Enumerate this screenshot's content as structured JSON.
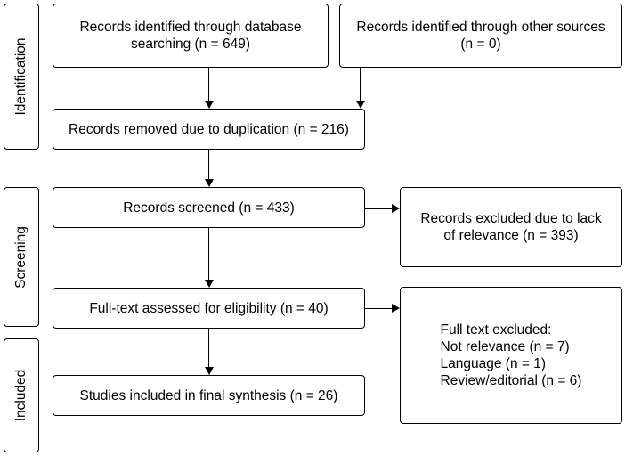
{
  "stages": [
    {
      "label": "Identification"
    },
    {
      "label": "Screening"
    },
    {
      "label": "Included"
    }
  ],
  "boxes": {
    "db_search": {
      "line1": "Records identified through database",
      "line2": "searching (n = 649)"
    },
    "other_sources": {
      "line1": "Records identified through other sources",
      "line2": "(n = 0)"
    },
    "duplicates": {
      "text": "Records removed due to duplication (n = 216)"
    },
    "screened": {
      "text": "Records screened (n = 433)"
    },
    "excluded_relevance": {
      "line1": "Records excluded due to lack",
      "line2": "of relevance (n = 393)"
    },
    "fulltext": {
      "text": "Full-text assessed for eligibility (n = 40)"
    },
    "fulltext_excluded": {
      "title": "Full text excluded:",
      "items": [
        "Not relevance (n = 7)",
        "Language (n = 1)",
        "Review/editorial (n = 6)"
      ]
    },
    "included": {
      "text": "Studies included in final synthesis (n = 26)"
    }
  }
}
